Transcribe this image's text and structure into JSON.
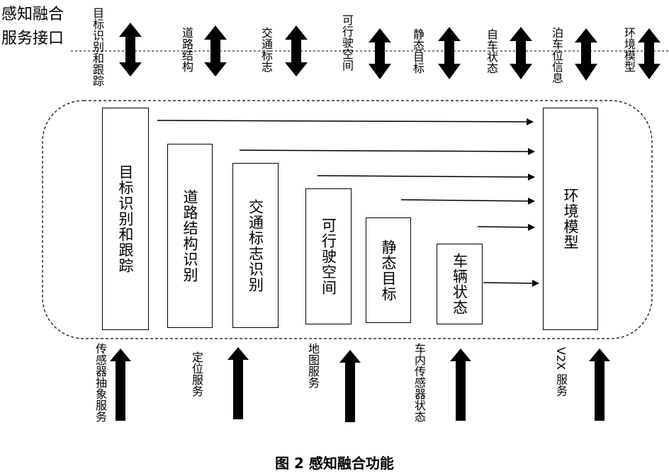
{
  "interface_label": [
    "感知融合",
    "服务接口"
  ],
  "top_outputs": [
    "目标识别和跟踪",
    "道路结构",
    "交通标志",
    "可行驶空间",
    "静态目标",
    "自车状态",
    "泊车位信息",
    "环境模型"
  ],
  "modules": [
    "目标识别和跟踪",
    "道路结构识别",
    "交通标志识别",
    "可行驶空间",
    "静态目标",
    "车辆状态"
  ],
  "environment_model": "环境模型",
  "inputs": [
    "传感器抽象服务",
    "定位服务",
    "地图服务",
    "车内传感器状态",
    "V2X 服务"
  ],
  "caption": "图 2 感知融合功能"
}
